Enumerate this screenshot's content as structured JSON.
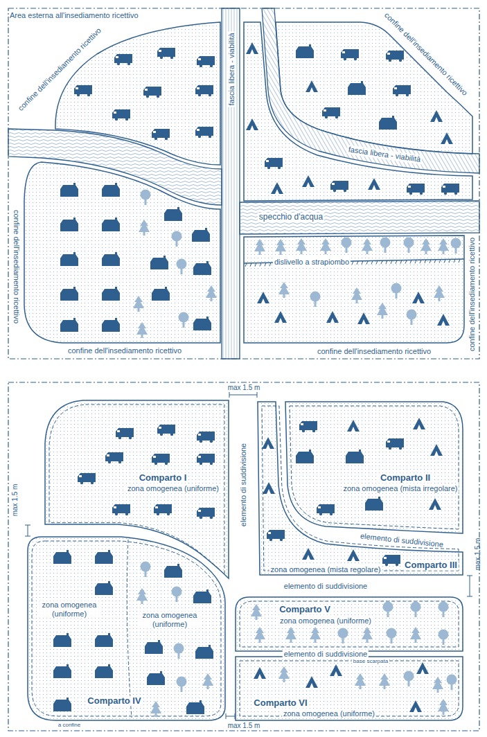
{
  "diagram": {
    "nodes": [
      {
        "text": [
          "Comparto I",
          "zona omogenea (uniforme)"
        ]
      },
      {
        "text": [
          "Comparto II",
          "zona omogenea (mista irregolare)"
        ]
      },
      {
        "text": [
          "Comparto III",
          "zona omogenea (mista regolare)"
        ]
      },
      {
        "text": [
          "zona omogenea (uniforme)",
          "zona omogenea (uniforme)",
          "Comparto IV"
        ]
      },
      {
        "text": [
          "Comparto V",
          "zona omogenea (uniforme)"
        ]
      },
      {
        "text": [
          "Comparto VI",
          "zona omogenea (uniforme)"
        ]
      }
    ],
    "labels": [
      "Area esterna all'insediamento ricettivo",
      "confine dell'insediamento ricettivo",
      "fascia libera - viabilità",
      "confine dell'insediamento ricettivo",
      "confine dell'insediamento ricettivo",
      "fascia libera - viabilità",
      "specchio d'acqua",
      "dislivello a strapiombo",
      "confine dell'insediamento ricettivo",
      "confine dell'insediamento ricettivo",
      "confine dell'insediamento ricettivo",
      "max 1.5 m",
      "max 1.5 m",
      "elemento di suddivisione",
      "elemento di suddivisione",
      "max 1.5 m",
      "elemento di suddivisione",
      "elemento di suddivisione",
      "base scarpata",
      "a confine",
      "max 1.5 m"
    ]
  }
}
